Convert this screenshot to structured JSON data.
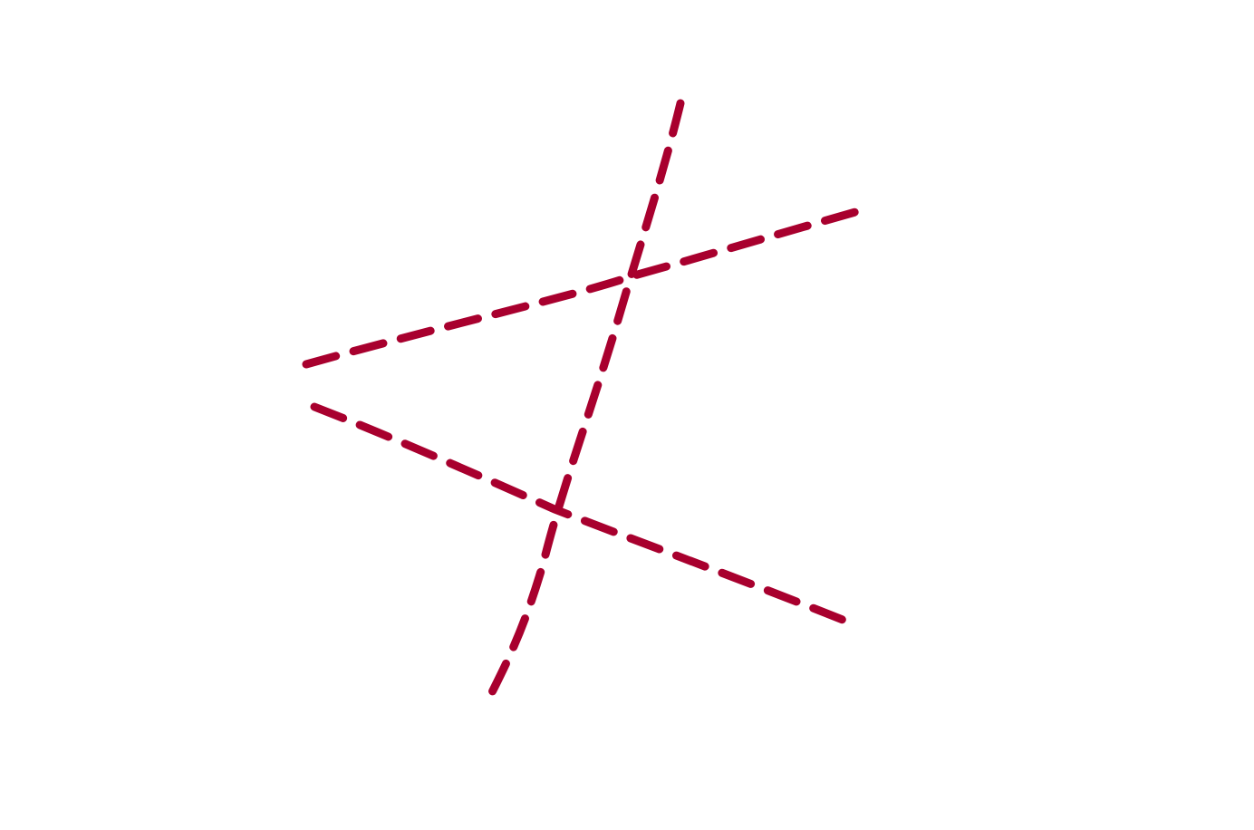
{
  "canvas": {
    "background": "#ffffff"
  },
  "strokes": {
    "color": "#a8002e",
    "style": "dashed hand-drawn",
    "items": [
      {
        "name": "upper-diagonal-stroke"
      },
      {
        "name": "lower-diagonal-stroke"
      },
      {
        "name": "steep-vertical-stroke"
      }
    ]
  }
}
